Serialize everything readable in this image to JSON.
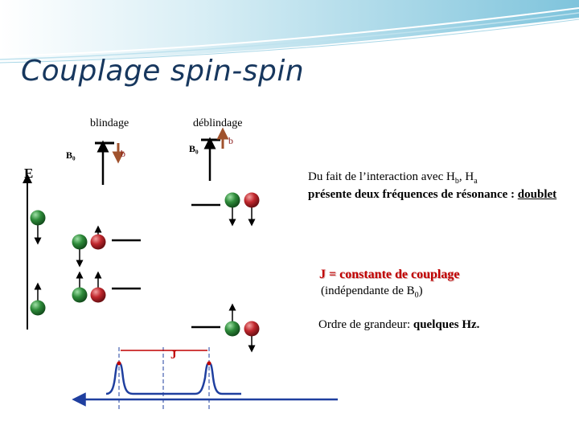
{
  "title": "Couplage spin-spin",
  "labels": {
    "blindage": "blindage",
    "deblindage": "déblindage",
    "b0": "B₀",
    "b": "b",
    "energy": "E",
    "j": "J"
  },
  "doublet": {
    "line1_text": "Du fait de l’interaction avec H",
    "sub_b": "b",
    "comma": ",  H",
    "sub_a": "a",
    "line2": "présente deux fréquences de résonance : ",
    "doublet_word": "doublet"
  },
  "coupling": {
    "definition": "J = constante de couplage",
    "independent_prefix": "(indépendante de B",
    "independent_sub": "0",
    "independent_suffix": ")"
  },
  "magnitude": {
    "prefix": "Ordre de grandeur: ",
    "value": "quelques Hz."
  },
  "colors": {
    "title": "#17375e",
    "green_spin": "#2e8b3a",
    "red_spin": "#c0272d",
    "field_arrow": "#a0522d",
    "coupling_text": "#c00000",
    "spectrum": "#1f3f9f",
    "banner": "#9fd3e4"
  }
}
